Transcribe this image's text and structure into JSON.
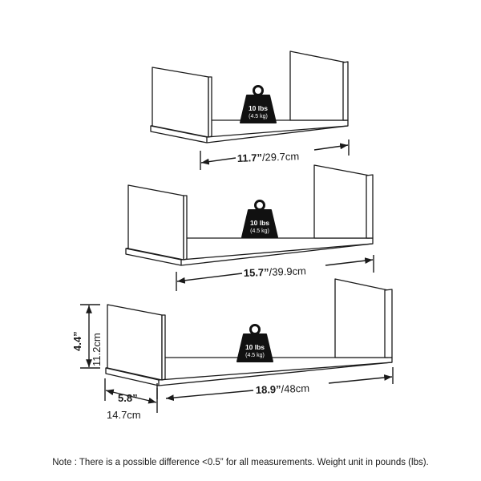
{
  "shelves": [
    {
      "name": "small",
      "width_in": "11.7”",
      "width_cm": "/29.7cm",
      "weight_main": "10 lbs",
      "weight_sub": "(4.5 kg)"
    },
    {
      "name": "medium",
      "width_in": "15.7”",
      "width_cm": "/39.9cm",
      "weight_main": "10 lbs",
      "weight_sub": "(4.5 kg)"
    },
    {
      "name": "large",
      "width_in": "18.9”",
      "width_cm": "/48cm",
      "weight_main": "10 lbs",
      "weight_sub": "(4.5 kg)"
    }
  ],
  "height": {
    "in": "4.4”",
    "cm": "11.2cm"
  },
  "depth": {
    "in": "5.8”",
    "cm": "14.7cm"
  },
  "note": "Note : There is a possible difference <0.5” for all measurements. Weight unit in pounds (lbs).",
  "colors": {
    "line": "#1a1a1a",
    "weight_icon": "#111111"
  }
}
